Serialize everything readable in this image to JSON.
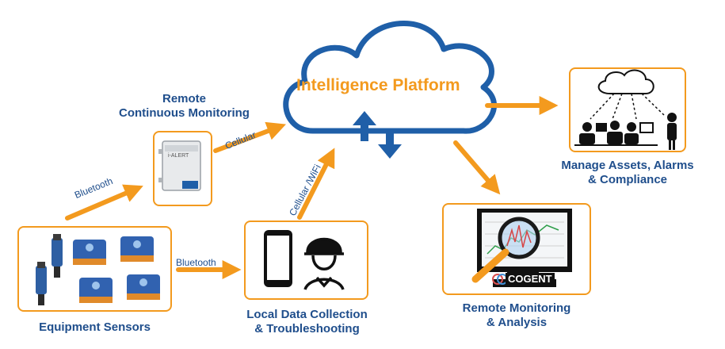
{
  "cloud": {
    "title": "Intelligence Platform"
  },
  "nodes": {
    "remote_continuous": {
      "line1": "Remote",
      "line2": "Continuous Monitoring"
    },
    "equipment_sensors": {
      "label": "Equipment Sensors"
    },
    "local_data": {
      "line1": "Local Data Collection",
      "line2": "& Troubleshooting"
    },
    "manage_assets": {
      "line1": "Manage Assets, Alarms",
      "line2": "& Compliance"
    },
    "remote_analysis": {
      "line1": "Remote Monitoring",
      "line2": "& Analysis"
    }
  },
  "connections": {
    "sensors_to_remote": "Bluetooth",
    "sensors_to_local": "Bluetooth",
    "remote_to_cloud": "Cellular",
    "local_to_cloud": "Cellular /WiFi"
  },
  "monitor_brand": "COGENT",
  "device_brand": "i-ALERT",
  "colors": {
    "orange": "#f39a1e",
    "blue": "#1f4e8c",
    "cloud_stroke": "#1f5fa8"
  }
}
